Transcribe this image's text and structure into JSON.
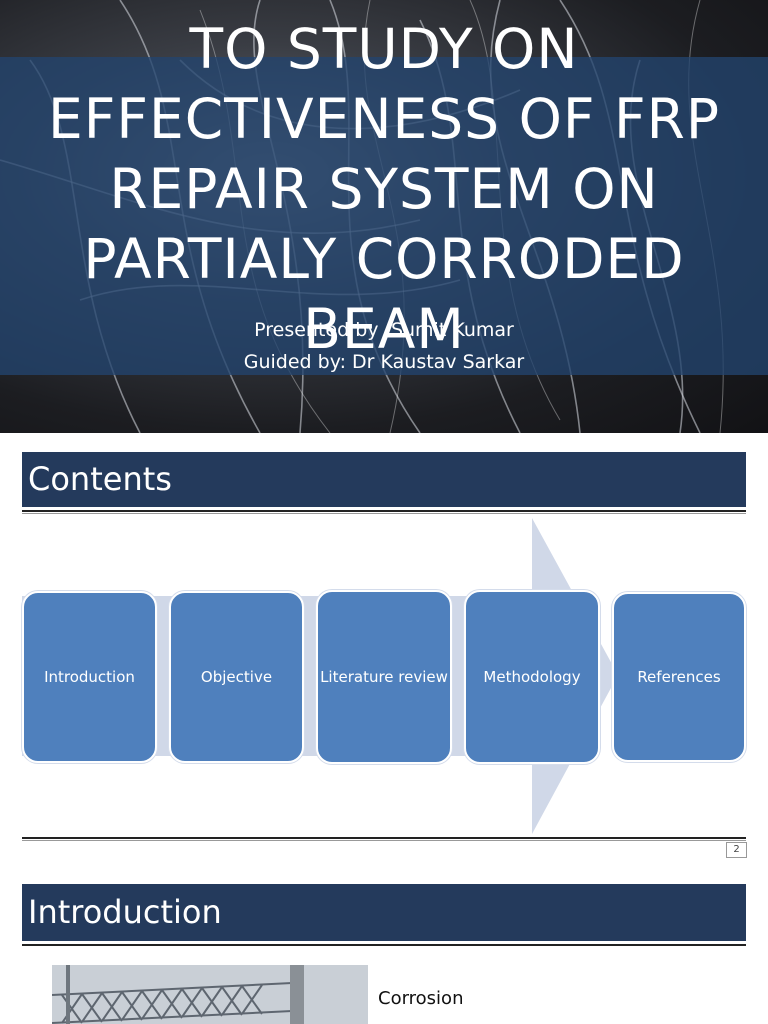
{
  "slide1": {
    "title": "TO STUDY ON EFFECTIVENESS OF FRP REPAIR SYSTEM ON PARTIALY CORRODED BEAM",
    "presenter": "Presented by :Sumit Kumar",
    "guide": "Guided by: Dr Kaustav Sarkar"
  },
  "slide2": {
    "heading": "Contents",
    "steps": [
      "Introduction",
      "Objective",
      "Literature review",
      "Methodology",
      "References"
    ],
    "page_number": "2",
    "colors": {
      "heading_bar": "#243a5c",
      "step_box": "#4f80bd",
      "arrow": "#d0d8e8"
    }
  },
  "slide3": {
    "heading": "Introduction",
    "bullet": "Corrosion"
  }
}
